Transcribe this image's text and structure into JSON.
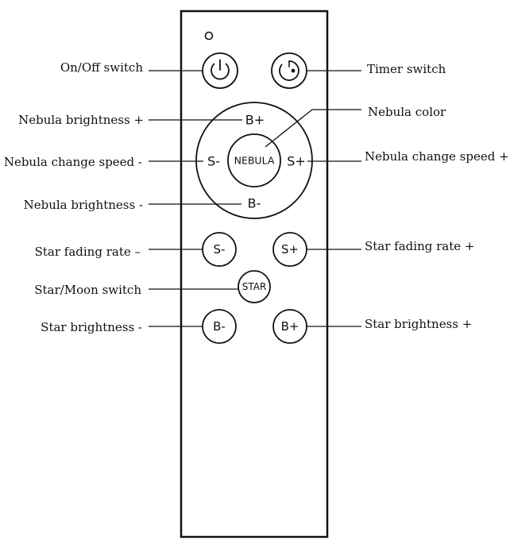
{
  "labels": {
    "on_off": "On/Off switch",
    "timer": "Timer switch",
    "nebula_brightness_plus": "Nebula brightness +",
    "nebula_color": "Nebula color",
    "nebula_speed_minus": "Nebula change speed -",
    "nebula_speed_plus": "Nebula change speed +",
    "nebula_brightness_minus": "Nebula brightness -",
    "star_fading_minus": "Star fading rate  –",
    "star_fading_plus": "Star fading rate +",
    "star_moon": "Star/Moon switch",
    "star_brightness_minus": "Star brightness -",
    "star_brightness_plus": "Star brightness +"
  },
  "buttons": {
    "nebula_b_plus": "B+",
    "nebula_s_minus": "S-",
    "nebula_center": "NEBULA",
    "nebula_s_plus": "S+",
    "nebula_b_minus": "B-",
    "star_s_minus": "S-",
    "star_s_plus": "S+",
    "star_center": "STAR",
    "star_b_minus": "B-",
    "star_b_plus": "B+"
  },
  "icons": {
    "indicator": "led-indicator-icon",
    "power": "power-icon",
    "timer": "timer-icon"
  }
}
